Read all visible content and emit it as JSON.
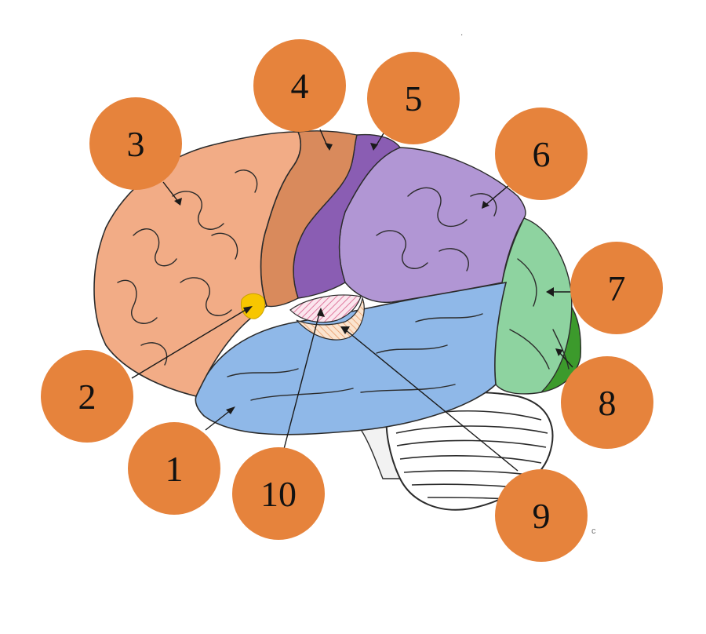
{
  "diagram": {
    "markers": [
      {
        "id": "1",
        "label": "1"
      },
      {
        "id": "2",
        "label": "2"
      },
      {
        "id": "3",
        "label": "3"
      },
      {
        "id": "4",
        "label": "4"
      },
      {
        "id": "5",
        "label": "5"
      },
      {
        "id": "6",
        "label": "6"
      },
      {
        "id": "7",
        "label": "7"
      },
      {
        "id": "8",
        "label": "8"
      },
      {
        "id": "9",
        "label": "9"
      },
      {
        "id": "10",
        "label": "10"
      }
    ],
    "stray_marks": [
      "c"
    ],
    "colors": {
      "marker": "#e6833c",
      "prefrontal": "#f2ac86",
      "premotor": "#d98a5c",
      "motor": "#8a5db3",
      "parietal": "#b196d4",
      "occipital_light": "#8ed3a0",
      "occipital_dark": "#3c9a2c",
      "temporal": "#8fb8e8",
      "broca": "#f7c600",
      "cerebellum": "#ffffff",
      "outline": "#2b2b2b"
    }
  }
}
